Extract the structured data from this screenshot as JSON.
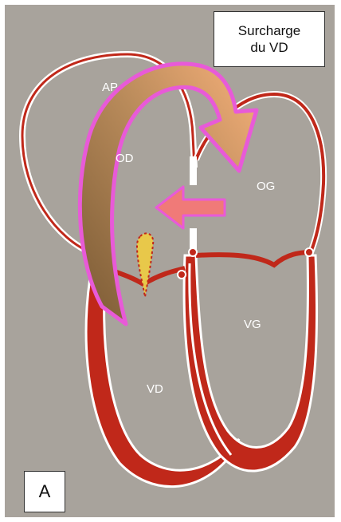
{
  "title_lines": [
    "Surcharge",
    "du VD"
  ],
  "panel_letter": "A",
  "labels": {
    "ap": "AP",
    "od": "OD",
    "og": "OG",
    "vg": "VG",
    "vd": "VD"
  },
  "colors": {
    "background": "#a8a39c",
    "wall_red": "#c0281a",
    "wall_white": "#ffffff",
    "arrow_outline": "#e85ad8",
    "arrow_fill_light": "#f7b07a",
    "arrow_fill_dark": "#8a6a3c",
    "shunt_arrow": "#f07a78",
    "clot_yellow": "#e8c84a",
    "clot_red": "#c0281a"
  }
}
